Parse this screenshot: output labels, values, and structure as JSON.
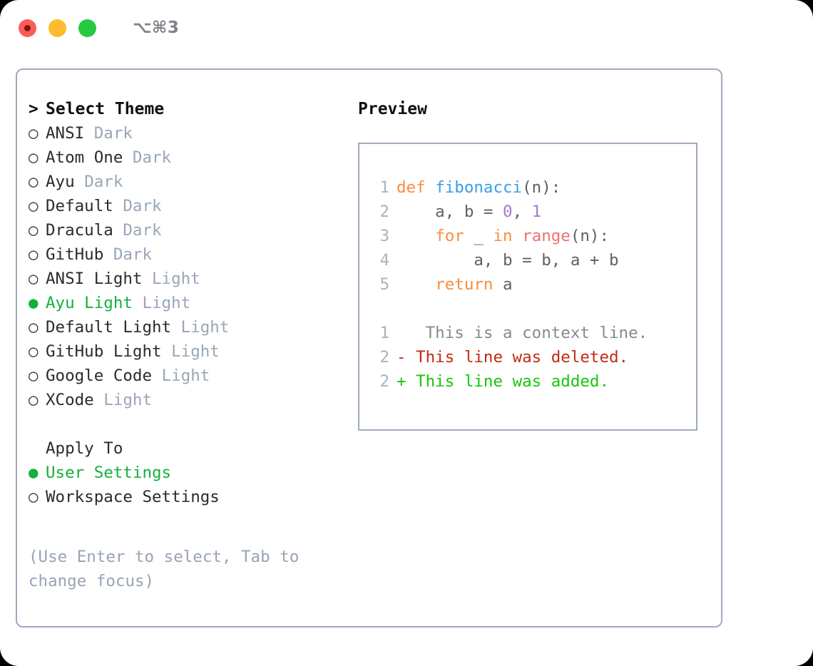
{
  "window": {
    "title": "⌥⌘3",
    "traffic_lights": [
      "close",
      "minimize",
      "maximize"
    ],
    "colors": {
      "close": "#fc5b56",
      "minimize": "#fbbd2e",
      "maximize": "#26c93f",
      "border": "#9fabbd",
      "accent_green": "#14b03c",
      "muted": "#9aa6b8"
    }
  },
  "theme_panel": {
    "heading": "Select Theme",
    "heading_prefix": ">",
    "bullet_off": "○",
    "bullet_on": "●",
    "items": [
      {
        "name": "ANSI",
        "variant": "Dark",
        "selected": false
      },
      {
        "name": "Atom One",
        "variant": "Dark",
        "selected": false
      },
      {
        "name": "Ayu",
        "variant": "Dark",
        "selected": false
      },
      {
        "name": "Default",
        "variant": "Dark",
        "selected": false
      },
      {
        "name": "Dracula",
        "variant": "Dark",
        "selected": false
      },
      {
        "name": "GitHub",
        "variant": "Dark",
        "selected": false
      },
      {
        "name": "ANSI Light",
        "variant": "Light",
        "selected": false
      },
      {
        "name": "Ayu Light",
        "variant": "Light",
        "selected": true
      },
      {
        "name": "Default Light",
        "variant": "Light",
        "selected": false
      },
      {
        "name": "GitHub Light",
        "variant": "Light",
        "selected": false
      },
      {
        "name": "Google Code",
        "variant": "Light",
        "selected": false
      },
      {
        "name": "XCode",
        "variant": "Light",
        "selected": false
      }
    ]
  },
  "apply_to": {
    "heading": "Apply To",
    "items": [
      {
        "name": "User Settings",
        "selected": true
      },
      {
        "name": "Workspace Settings",
        "selected": false
      }
    ]
  },
  "hint": {
    "text": "(Use Enter to select, Tab to change focus)"
  },
  "preview": {
    "title": "Preview",
    "code_lines": [
      {
        "number": "1",
        "tokens": [
          {
            "t": "def",
            "c": "kw"
          },
          {
            "t": " ",
            "c": "plain"
          },
          {
            "t": "fibonacci",
            "c": "fn"
          },
          {
            "t": "(n):",
            "c": "plain"
          }
        ]
      },
      {
        "number": "2",
        "tokens": [
          {
            "t": "    a, b = ",
            "c": "plain"
          },
          {
            "t": "0",
            "c": "num"
          },
          {
            "t": ", ",
            "c": "plain"
          },
          {
            "t": "1",
            "c": "num"
          }
        ]
      },
      {
        "number": "3",
        "tokens": [
          {
            "t": "    ",
            "c": "plain"
          },
          {
            "t": "for",
            "c": "kw"
          },
          {
            "t": " _ ",
            "c": "plain"
          },
          {
            "t": "in",
            "c": "kw"
          },
          {
            "t": " ",
            "c": "plain"
          },
          {
            "t": "range",
            "c": "bi"
          },
          {
            "t": "(n):",
            "c": "plain"
          }
        ]
      },
      {
        "number": "4",
        "tokens": [
          {
            "t": "        a, b = b, a + b",
            "c": "plain"
          }
        ]
      },
      {
        "number": "5",
        "tokens": [
          {
            "t": "    ",
            "c": "plain"
          },
          {
            "t": "return",
            "c": "kw"
          },
          {
            "t": " a",
            "c": "plain"
          }
        ]
      }
    ],
    "diff_lines": [
      {
        "number": "1",
        "marker": " ",
        "text": "  This is a context line.",
        "kind": "ctx"
      },
      {
        "number": "2",
        "marker": "-",
        "text": " This line was deleted.",
        "kind": "del"
      },
      {
        "number": "2",
        "marker": "+",
        "text": " This line was added.",
        "kind": "add"
      }
    ],
    "syntax_colors": {
      "keyword": "#fa8d3e",
      "function": "#399ee6",
      "number": "#a37acc",
      "builtin": "#f07171",
      "plain": "#5c6166",
      "context": "#8a8a8a",
      "deleted": "#c22a12",
      "added": "#16c60c",
      "line_number": "#a9b2c0"
    }
  }
}
